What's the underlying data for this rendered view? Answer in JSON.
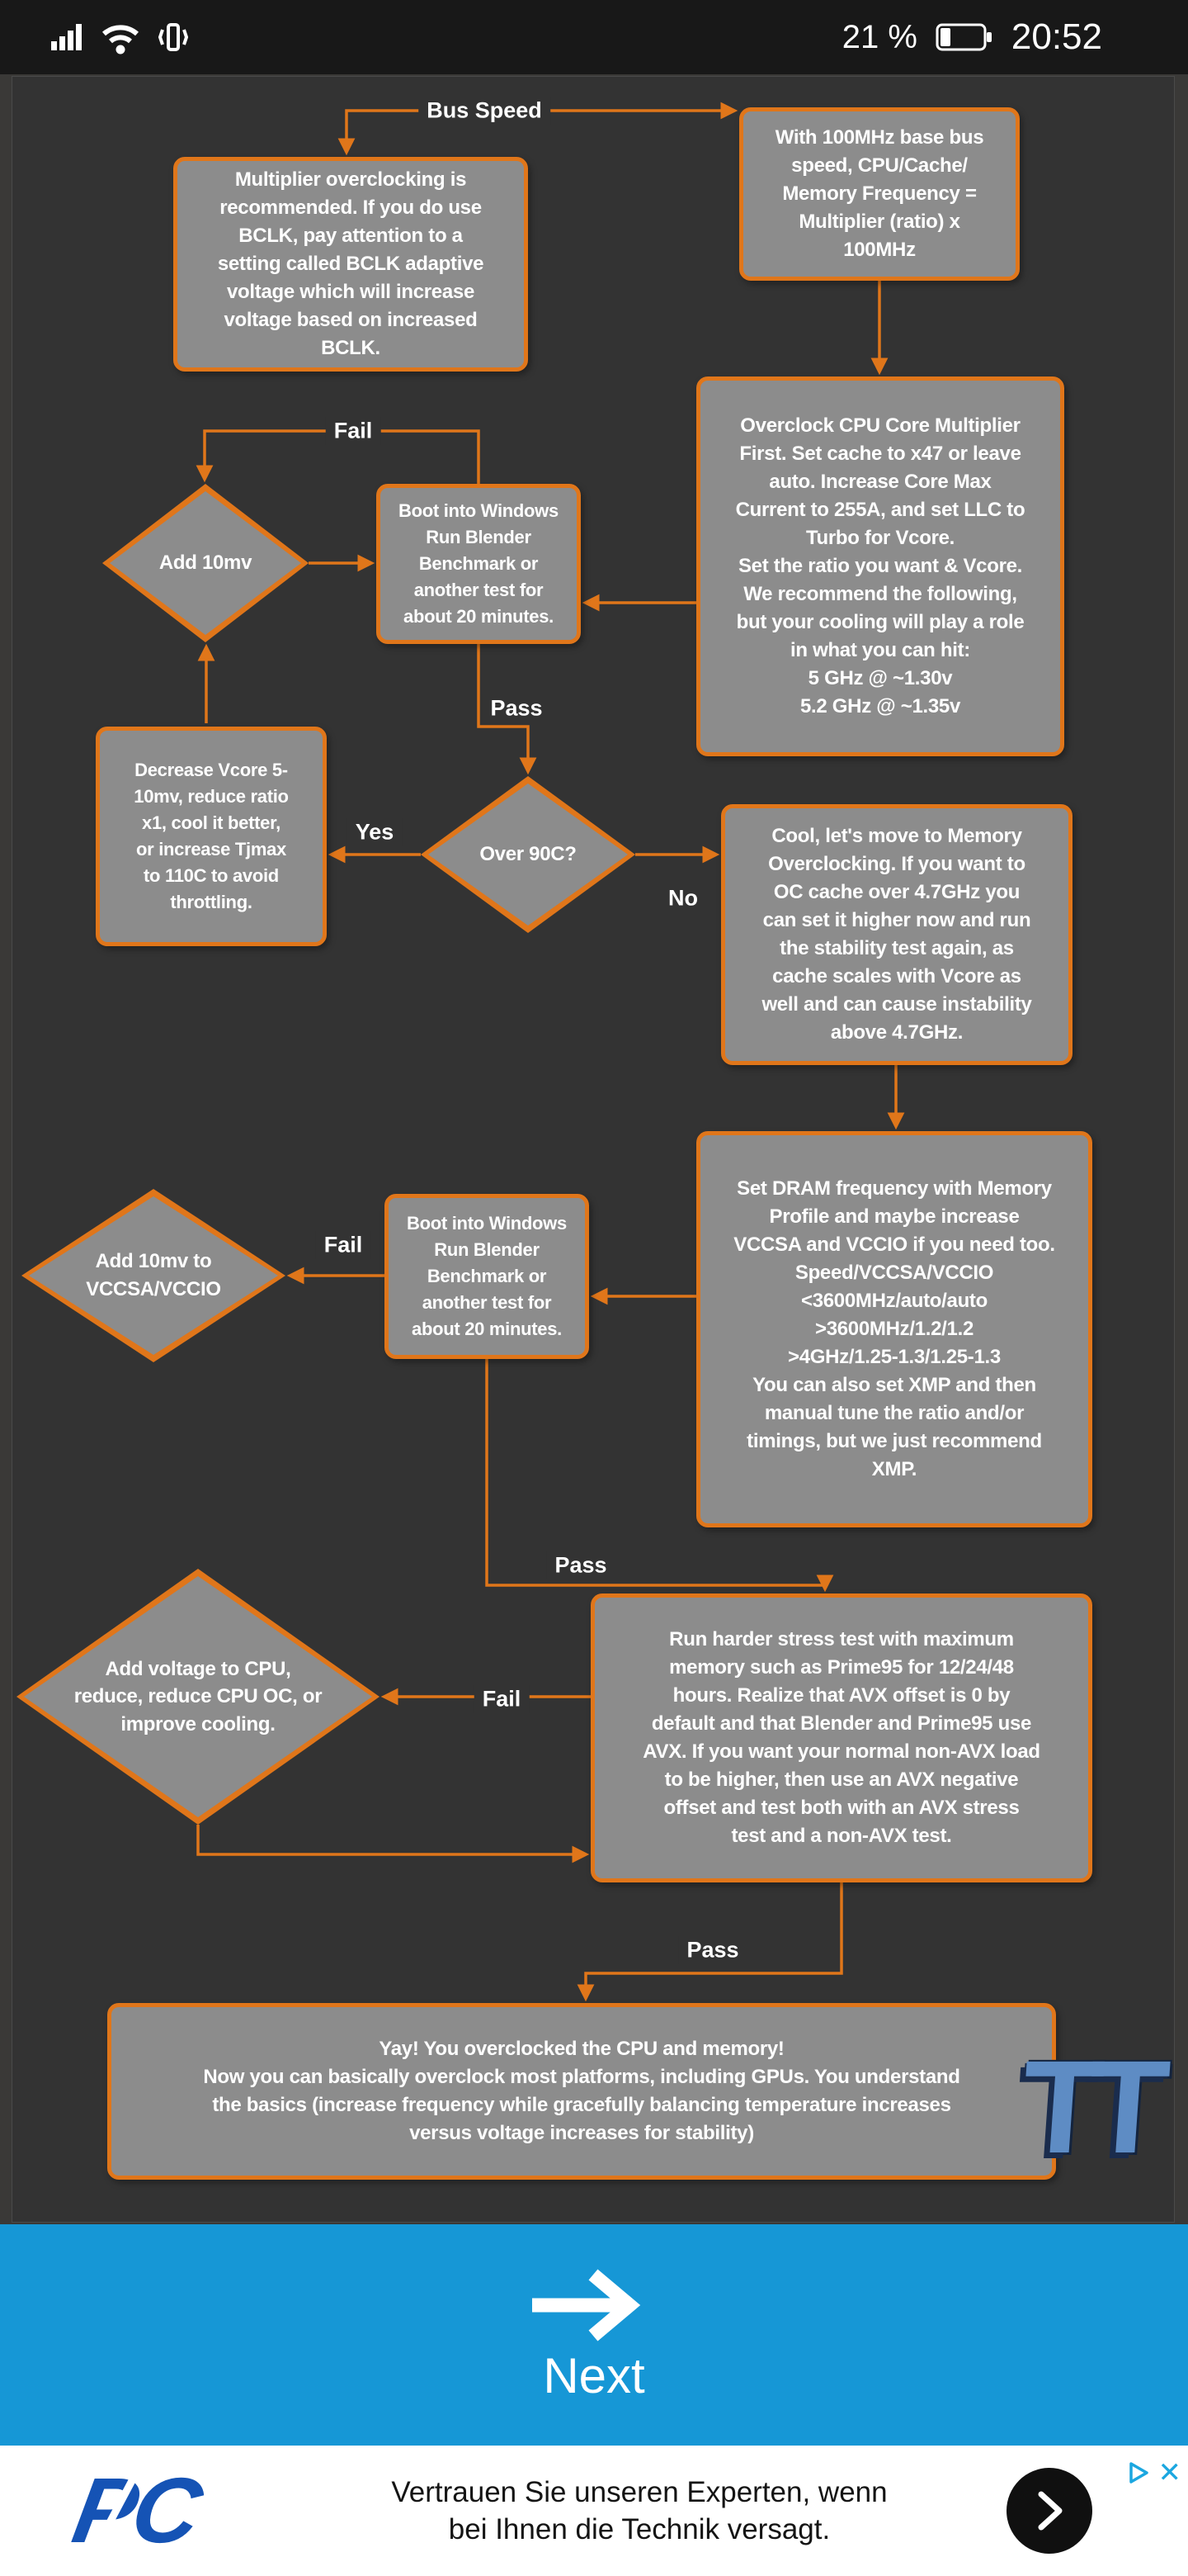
{
  "status_bar": {
    "battery_percent": "21 %",
    "time": "20:52",
    "icons": [
      "signal-icon",
      "wifi-icon",
      "vibrate-icon",
      "battery-icon"
    ]
  },
  "flowchart": {
    "labels": {
      "bus_speed": "Bus Speed",
      "fail1": "Fail",
      "pass1": "Pass",
      "yes": "Yes",
      "no": "No",
      "fail2": "Fail",
      "pass2": "Pass",
      "fail3": "Fail",
      "pass3": "Pass"
    },
    "nodes": {
      "multiplier_note": "Multiplier overclocking is\nrecommended. If you do use\nBCLK, pay attention to a\nsetting called BCLK adaptive\nvoltage which will increase\nvoltage based on increased\nBCLK.",
      "base_bus": "With 100MHz base bus\nspeed, CPU/Cache/\nMemory Frequency =\nMultiplier (ratio) x\n100MHz",
      "overclock_core": "Overclock CPU Core Multiplier\nFirst. Set cache to x47 or leave\nauto. Increase Core Max\nCurrent to 255A, and set LLC to\nTurbo for Vcore.\nSet the ratio you want & Vcore.\nWe recommend the following,\nbut your cooling will play a role\nin what you can hit:\n5 GHz @ ~1.30v\n5.2 GHz @ ~1.35v",
      "add_10mv": "Add 10mv",
      "boot_test1": "Boot into Windows\nRun Blender\nBenchmark or\nanother test for\nabout 20 minutes.",
      "over_90c": "Over 90C?",
      "decrease_vcore": "Decrease Vcore 5-\n10mv, reduce ratio\nx1, cool it better,\nor increase Tjmax\nto 110C to avoid\nthrottling.",
      "memory_next": "Cool, let's move to Memory\nOverclocking. If you want to\nOC cache over 4.7GHz you\ncan set it higher now and run\nthe stability test again, as\ncache scales with Vcore as\nwell and can cause instability\nabove 4.7GHz.",
      "set_dram": "Set DRAM frequency with Memory\nProfile and maybe increase\nVCCSA and VCCIO if you need too.\nSpeed/VCCSA/VCCIO\n<3600MHz/auto/auto\n>3600MHz/1.2/1.2\n>4GHz/1.25-1.3/1.25-1.3\nYou can also set XMP and then\nmanual tune the ratio and/or\ntimings, but we just recommend\nXMP.",
      "add_10mv_vccsa": "Add 10mv to\nVCCSA/VCCIO",
      "boot_test2": "Boot into Windows\nRun Blender\nBenchmark or\nanother test for\nabout 20 minutes.",
      "add_voltage": "Add voltage to CPU,\nreduce, reduce CPU OC, or\nimprove cooling.",
      "run_harder": "Run harder stress test with maximum\nmemory such as Prime95 for 12/24/48\nhours. Realize that AVX offset is 0 by\ndefault and that Blender and Prime95 use\nAVX. If you want your normal non-AVX load\nto be higher, then use an AVX negative\noffset and test both with an AVX stress\ntest and a non-AVX test.",
      "yay": "Yay! You overclocked the CPU and memory!\nNow you can basically overclock most platforms, including GPUs. You understand\nthe basics (increase frequency while gracefully balancing temperature increases\nversus voltage increases for stability)"
    },
    "logo": "TT"
  },
  "next_section": {
    "label": "Next",
    "icon": "right-arrow-icon"
  },
  "ad": {
    "brand": "PC",
    "line1": "Vertrauen Sie unseren Experten, wenn",
    "line2": "bei Ihnen die Technik versagt.",
    "close_glyph": "✕",
    "icons": [
      "adchoices-icon",
      "chevron-right-icon"
    ]
  },
  "colors": {
    "accent_orange": "#e0761a",
    "box_gray": "#8c8c8c",
    "chart_background": "#333333",
    "blue_section": "#1697d6",
    "brand_blue": "#1553b5",
    "status_bar": "#181818"
  }
}
